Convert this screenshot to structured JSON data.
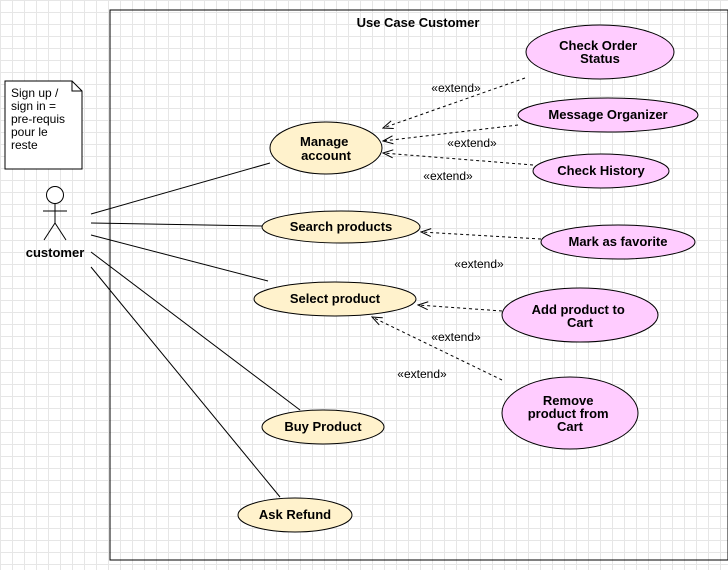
{
  "system": {
    "title": "Use Case Customer"
  },
  "actor": {
    "label": "customer"
  },
  "note": {
    "lines": [
      "Sign up /",
      "sign in =",
      "pre-requis",
      "pour le",
      "reste"
    ]
  },
  "colors": {
    "primary_fill": "#fff2cc",
    "extension_fill": "#ffccff",
    "stroke": "#000000",
    "grid": "#e6e6e6"
  },
  "use_cases": {
    "manage_account": [
      "Manage",
      "account"
    ],
    "search_products": [
      "Search products"
    ],
    "select_product": [
      "Select product"
    ],
    "buy_product": [
      "Buy Product"
    ],
    "ask_refund": [
      "Ask Refund"
    ],
    "check_order_status": [
      "Check Order",
      "Status"
    ],
    "message_organizer": [
      "Message Organizer"
    ],
    "check_history": [
      "Check History"
    ],
    "mark_favorite": [
      "Mark as favorite"
    ],
    "add_to_cart": [
      "Add product to",
      "Cart"
    ],
    "remove_from_cart": [
      "Remove",
      "product from",
      "Cart"
    ]
  },
  "extend_label": "«extend»"
}
